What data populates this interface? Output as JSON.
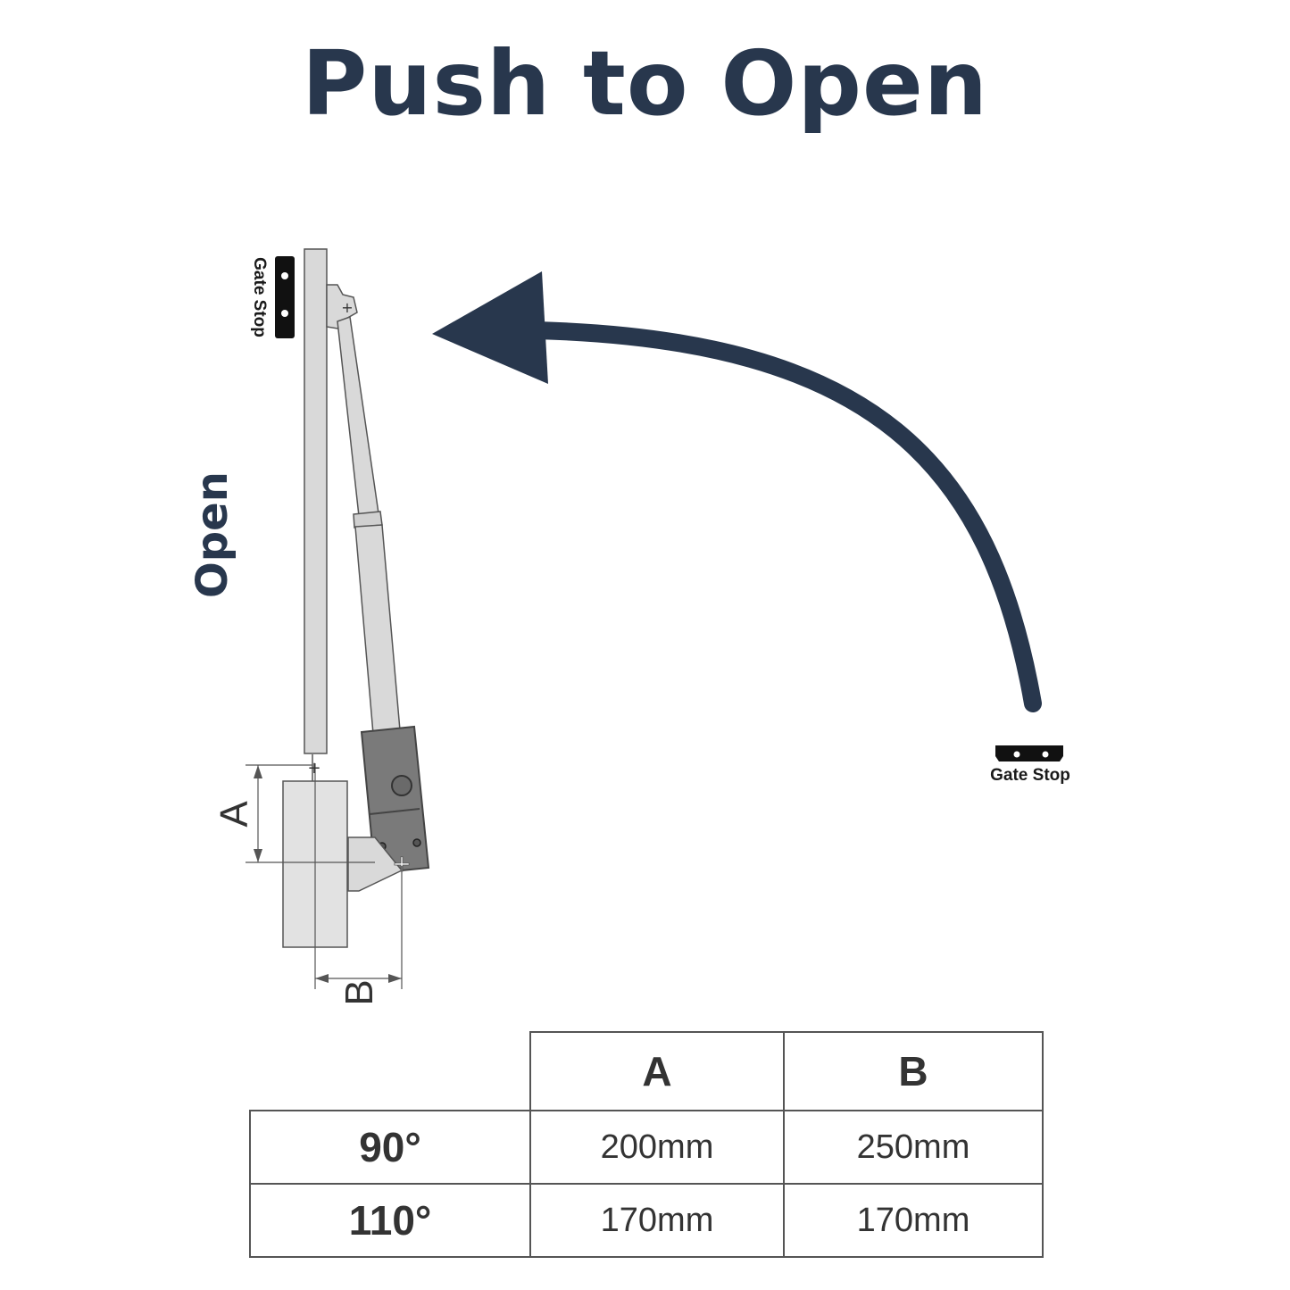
{
  "title": "Push to Open",
  "side_label": "Open",
  "gate_stop_label": "Gate Stop",
  "dimension_labels": {
    "a": "A",
    "b": "B"
  },
  "table": {
    "headers": [
      "A",
      "B"
    ],
    "rows": [
      {
        "angle": "90°",
        "a": "200mm",
        "b": "250mm"
      },
      {
        "angle": "110°",
        "a": "170mm",
        "b": "170mm"
      }
    ]
  },
  "colors": {
    "navy": "#28374d",
    "text": "#333333"
  }
}
